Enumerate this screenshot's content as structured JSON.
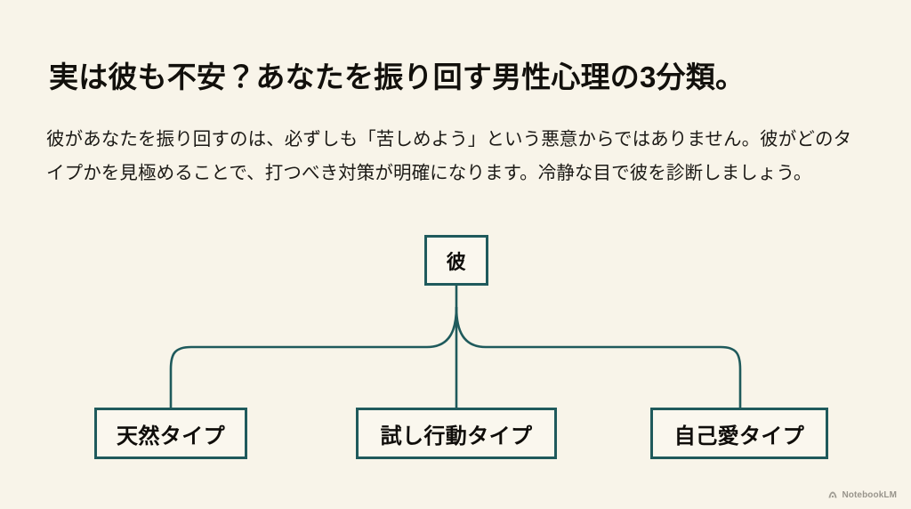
{
  "slide": {
    "background_color": "#f8f4e9",
    "title": "実は彼も不安？あなたを振り回す男性心理の3分類。",
    "body": "彼があなたを振り回すのは、必ずしも「苦しめよう」という悪意からではありません。彼がどのタイプかを見極めることで、打つべき対策が明確になります。冷静な目で彼を診断しましょう。"
  },
  "diagram": {
    "type": "tree",
    "line_color": "#1f5a5c",
    "box_border_color": "#1f5a5c",
    "box_fill_color": "#faf7ee",
    "root": {
      "label": "彼"
    },
    "children": [
      {
        "label": "天然タイプ"
      },
      {
        "label": "試し行動タイプ"
      },
      {
        "label": "自己愛タイプ"
      }
    ]
  },
  "watermark": {
    "label": "NotebookLM",
    "icon": "notebooklm-logo-icon"
  }
}
